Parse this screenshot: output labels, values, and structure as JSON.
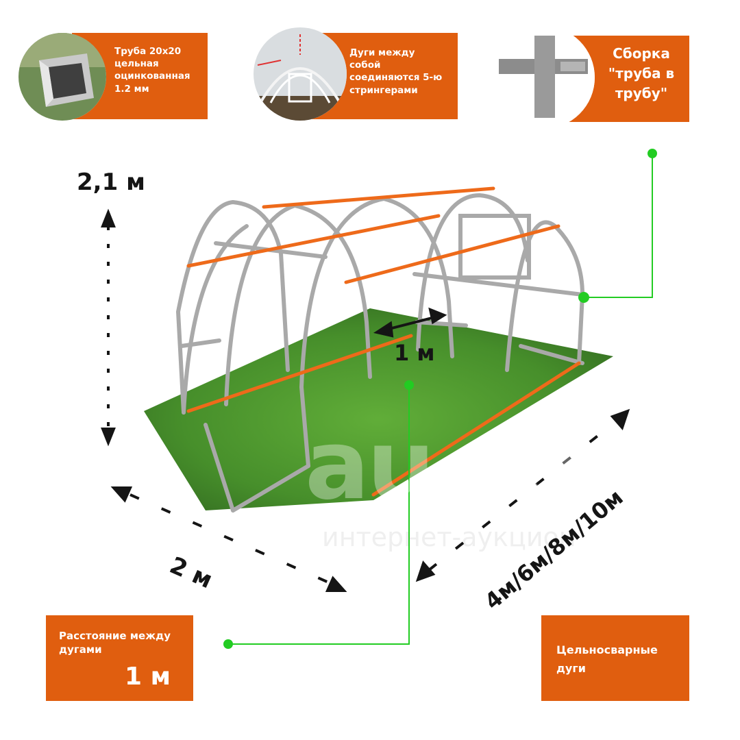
{
  "badges": {
    "pipe": {
      "line1": "Труба 20х20",
      "line2": "цельная",
      "line3": "оцинкованная",
      "line4": "1.2 мм"
    },
    "arcs": {
      "line1": "Дуги между",
      "line2": "собой",
      "line3": "соединяются 5-ю",
      "line4": "стрингерами"
    },
    "assembly": {
      "line1": "Сборка",
      "line2": "\"труба в",
      "line3": "трубу\""
    },
    "distance": {
      "line1": "Расстояние между",
      "line2": "дугами",
      "value": "1 м"
    },
    "welded": {
      "line1": "Цельносварные",
      "line2": "дуги"
    }
  },
  "dimensions": {
    "height": "2,1 м",
    "width": "2 м",
    "length": "4м/6м/8м/10м",
    "arc_spacing": "1 м"
  },
  "watermark": {
    "logo": "au.ru",
    "caption": "интернет-аукцион"
  },
  "colors": {
    "accent": "#e05e0f",
    "pointer": "#22cc22",
    "frame": "#a8a8a8",
    "grass": "#4e9e2a"
  },
  "icons": [
    "square-pipe-icon",
    "greenhouse-photo-icon",
    "pipe-joint-icon"
  ]
}
